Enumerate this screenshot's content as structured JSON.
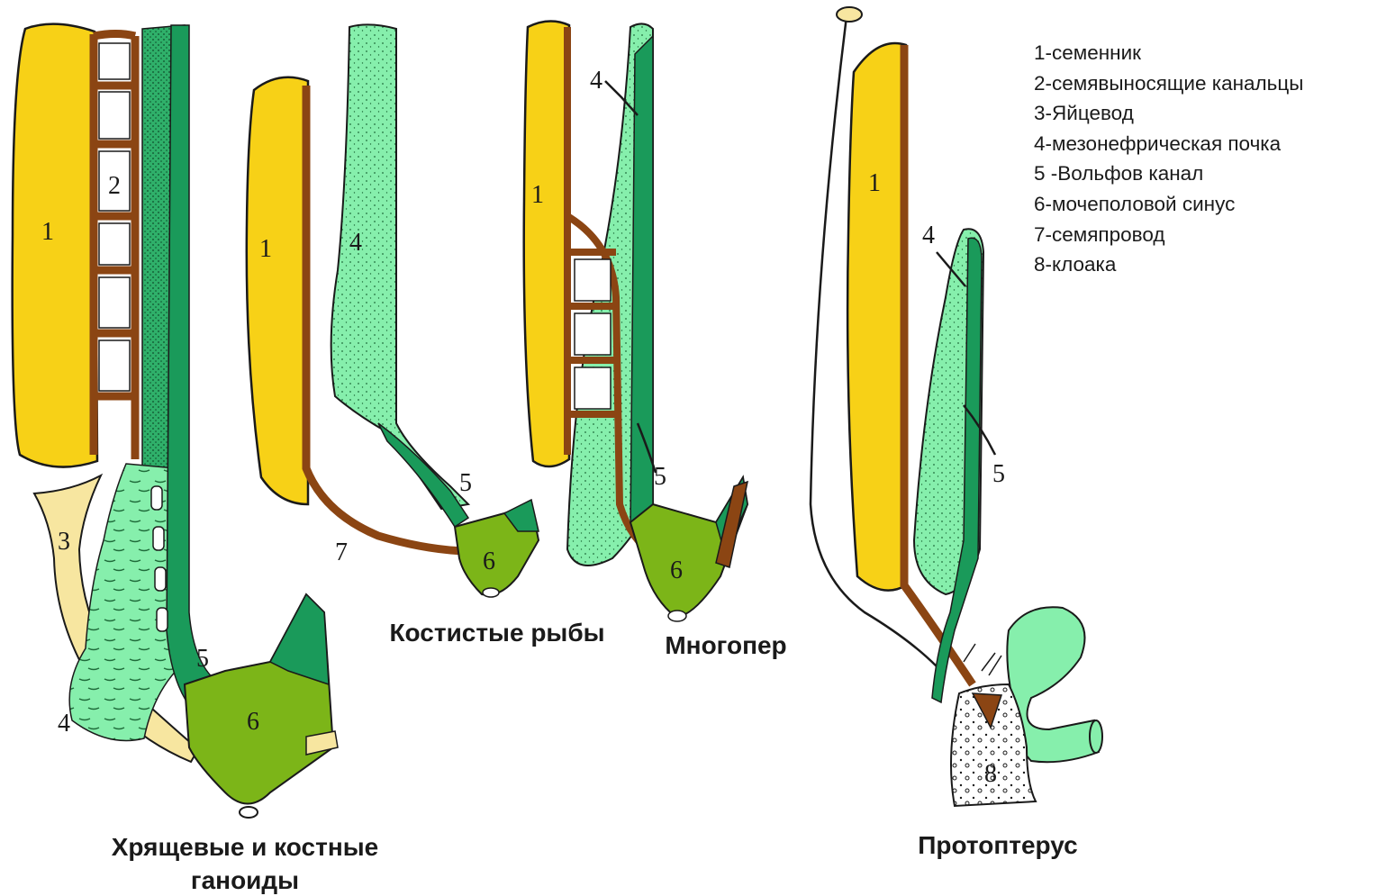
{
  "legend": [
    "1-семенник",
    "2-семявыносящие канальцы",
    "3-Яйцевод",
    "4-мезонефрическая почка",
    "5 -Вольфов канал",
    "6-мочеполовой синус",
    "7-семяпровод",
    "8-клоака"
  ],
  "captions": {
    "ganoids_line1": "Хрящевые и костные",
    "ganoids_line2": "ганоиды",
    "teleosts": "Костистые рыбы",
    "polypterus": "Многопер",
    "protopterus": "Протоптерус"
  },
  "labels": {
    "n1": "1",
    "n2": "2",
    "n3": "3",
    "n4": "4",
    "n5": "5",
    "n6": "6",
    "n7": "7",
    "n8": "8"
  },
  "colors": {
    "testis": "#f7d117",
    "duct": "#8b4513",
    "kidney": "#86efac",
    "wolffian": "#1a9a5a",
    "sinus": "#7cb518",
    "oviduct": "#f7e6a0",
    "outline": "#1a1a1a"
  }
}
